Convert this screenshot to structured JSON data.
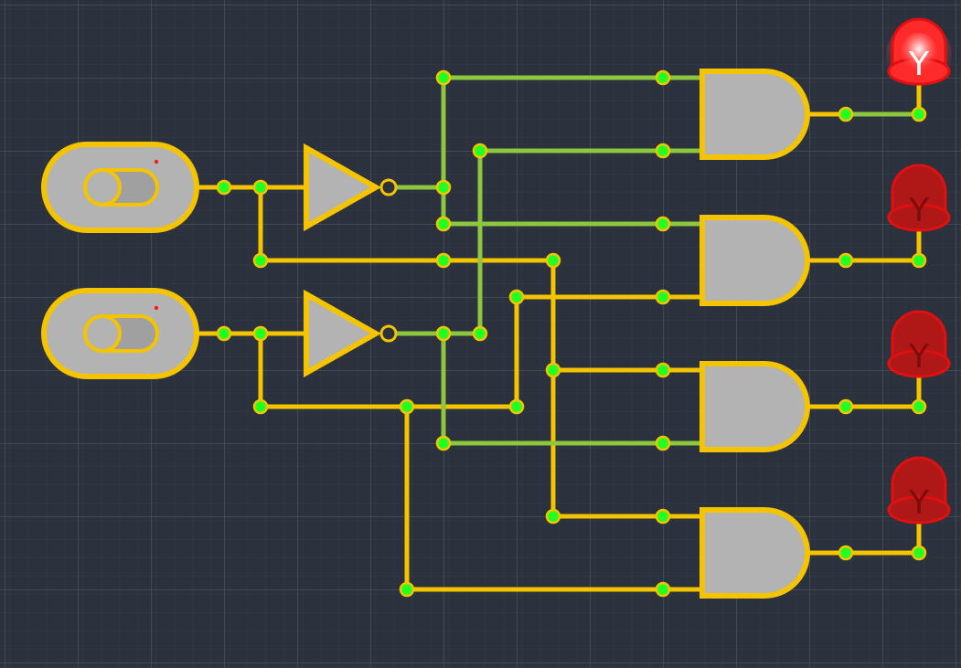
{
  "colors": {
    "background": "#2b313d",
    "grid_minor": "#363c48",
    "grid_major": "#4a505c",
    "wire_high": "#8dc63f",
    "wire_low": "#f5c400",
    "component_border": "#f5c400",
    "component_fill": "#b3b3b3",
    "node": "#22ff22",
    "led_on": "#ff2a2a",
    "led_off": "#b01818",
    "led_border": "#e01010",
    "led_glyph": "#ffffff"
  },
  "circuit": {
    "switches": [
      {
        "id": "switch-a",
        "state": "off"
      },
      {
        "id": "switch-b",
        "state": "off"
      }
    ],
    "not_gates": [
      {
        "id": "not-a",
        "output": "high"
      },
      {
        "id": "not-b",
        "output": "high"
      }
    ],
    "and_gates": [
      {
        "id": "and-1",
        "output": "high"
      },
      {
        "id": "and-2",
        "output": "low"
      },
      {
        "id": "and-3",
        "output": "low"
      },
      {
        "id": "and-4",
        "output": "low"
      }
    ],
    "leds": [
      {
        "id": "led-1",
        "lit": true,
        "label": "Y"
      },
      {
        "id": "led-2",
        "lit": false,
        "label": "Y"
      },
      {
        "id": "led-3",
        "lit": false,
        "label": "Y"
      },
      {
        "id": "led-4",
        "lit": false,
        "label": "Y"
      }
    ]
  }
}
